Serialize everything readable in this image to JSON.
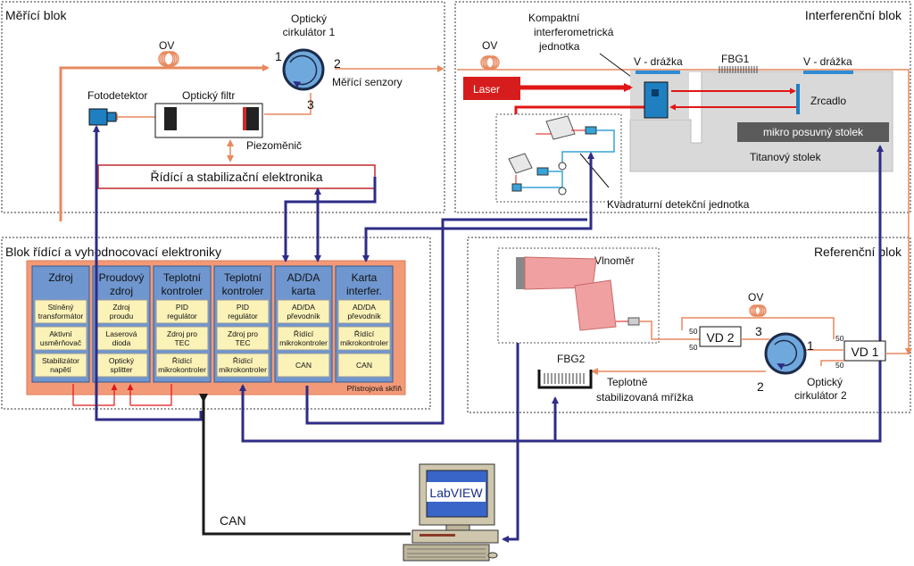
{
  "blocks": {
    "measure": {
      "title": "Měřící blok"
    },
    "interference": {
      "title": "Interferenční blok"
    },
    "control": {
      "title": "Blok řídící a vyhodnocovací elektroniky"
    },
    "reference": {
      "title": "Referenční blok"
    }
  },
  "measure": {
    "ov": "OV",
    "circulator_line1": "Optický",
    "circulator_line2": "cirkulátor 1",
    "port1": "1",
    "port2": "2",
    "port3": "3",
    "sensors": "Měřící senzory",
    "photodetector": "Fotodetektor",
    "filter": "Optický filtr",
    "piezo": "Piezoměnič",
    "electronics": "Řídící a stabilizační elektronika"
  },
  "interference": {
    "ov": "OV",
    "unit_line1": "Kompaktní",
    "unit_line2": "interferometrická",
    "unit_line3": "jednotka",
    "groove_left": "V - drážka",
    "fbg1": "FBG1",
    "groove_right": "V - drážka",
    "laser": "Laser",
    "mirror": "Zrcadlo",
    "micro_stage": "mikro posuvný stolek",
    "titan_stage": "Titanový stolek",
    "quadrature": "Kvadraturní detekční jednotka"
  },
  "control": {
    "modules": [
      {
        "title1": "Zdroj",
        "title2": "",
        "items": [
          "Stíněný transformátor",
          "Aktivní usměrňovač",
          "Stabilizátor napětí"
        ]
      },
      {
        "title1": "Proudový",
        "title2": "zdroj",
        "items": [
          "Zdroj proudu",
          "Laserová dioda",
          "Optický splitter"
        ]
      },
      {
        "title1": "Teplotní",
        "title2": "kontroler",
        "items": [
          "PID regulátor",
          "Zdroj pro TEC",
          "Řídící mikrokontroler"
        ]
      },
      {
        "title1": "Teplotní",
        "title2": "kontroler",
        "items": [
          "PID regulátor",
          "Zdroj pro TEC",
          "Řídící mikrokontroler"
        ]
      },
      {
        "title1": "AD/DA",
        "title2": "karta",
        "items": [
          "AD/DA převodník",
          "Řídící mikrokontroler",
          "CAN"
        ]
      },
      {
        "title1": "Karta",
        "title2": "interfer.",
        "items": [
          "AD/DA převodník",
          "Řídící mikrokontroler",
          "CAN"
        ]
      }
    ],
    "cabinet": "Přístrojová skříň"
  },
  "reference": {
    "wavemeter": "Vlnoměr",
    "ov": "OV",
    "vd1": "VD 1",
    "vd2": "VD 2",
    "port1": "1",
    "port2": "2",
    "port3": "3",
    "split50": "50",
    "fbg2": "FBG2",
    "grating_line1": "Teplotně",
    "grating_line2": "stabilizovaná mřížka",
    "circulator_line1": "Optický",
    "circulator_line2": "cirkulátor 2"
  },
  "pc": {
    "screen": "LabVIEW",
    "bus": "CAN"
  },
  "colors": {
    "fiber": "#e8895e",
    "signal": "#2e2c86",
    "laser": "#e01616",
    "can": "#1a1a1a",
    "module": "#6f96cf",
    "cabinet": "#f29a78"
  }
}
